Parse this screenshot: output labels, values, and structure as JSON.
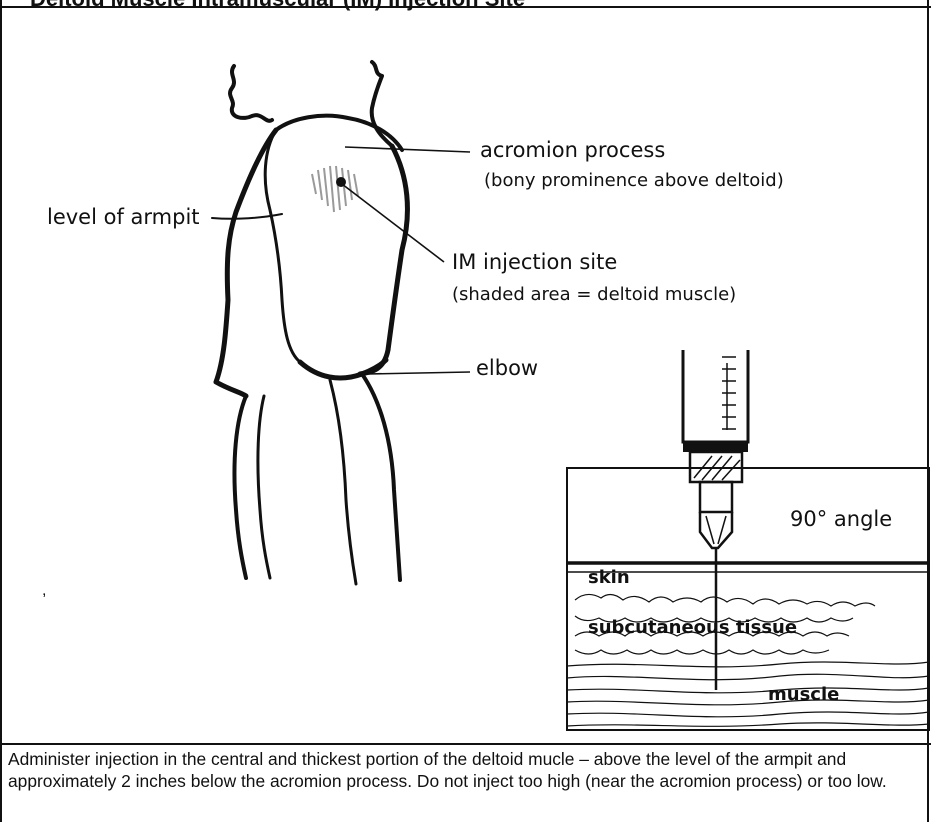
{
  "header": {
    "title": "Deltoid Muscle Intramuscular (IM) Injection Site"
  },
  "labels": {
    "acromion_process": "acromion process",
    "acromion_note": "(bony prominence above deltoid)",
    "level_of_armpit": "level of armpit",
    "im_injection_site": "IM injection site",
    "im_note": "(shaded area = deltoid muscle)",
    "elbow": "elbow",
    "angle": "90° angle",
    "skin": "skin",
    "subcutaneous_tissue": "subcutaneous tissue",
    "muscle": "muscle"
  },
  "caption": "Administer injection in the central and thickest portion of the deltoid mucle – above the level of the armpit and approximately 2 inches below the acromion process.  Do not inject too high (near the acromion process) or too low.",
  "colors": {
    "line": "#111111",
    "shade": "#9a9a9a"
  }
}
